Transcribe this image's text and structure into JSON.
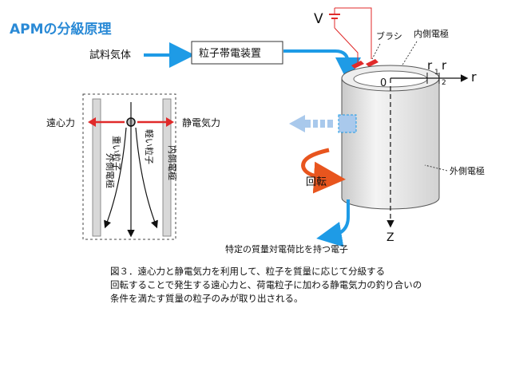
{
  "title": "APMの分級原理",
  "labels": {
    "voltage": "V",
    "brush": "ブラシ",
    "inner_electrode_top": "内側電極",
    "sample_gas": "試料気体",
    "charger": "粒子帯電装置",
    "r1": "r",
    "r1_sub": "1",
    "r2": "r",
    "r2_sub": "2",
    "r_axis": "r",
    "origin": "0",
    "centrifugal": "遠心力",
    "electrostatic": "静電気力",
    "outer_electrode_left": "外側電極",
    "inner_electrode_right": "内側電極",
    "heavy_particle": "重い粒子",
    "light_particle": "軽い粒子",
    "rotation": "回転",
    "outer_electrode_label": "外側電極",
    "z_axis": "Z",
    "output_particles": "特定の質量対電荷比を持つ電子"
  },
  "caption": {
    "line1": "図３．遠心力と静電気力を利用して、粒子を質量に応じて分級する",
    "line2": "回転することで発生する遠心力と、荷電粒子に加わる静電気力の釣り合いの",
    "line3": "条件を満たす質量の粒子のみが取り出される。"
  },
  "colors": {
    "title": "#2a8ad6",
    "flow_blue": "#1e9be6",
    "force_red": "#e02a2a",
    "rotation_orange": "#e8551e",
    "electrode_gray": "#d8d8d8",
    "cylinder_gray": "#e6e6e6"
  }
}
